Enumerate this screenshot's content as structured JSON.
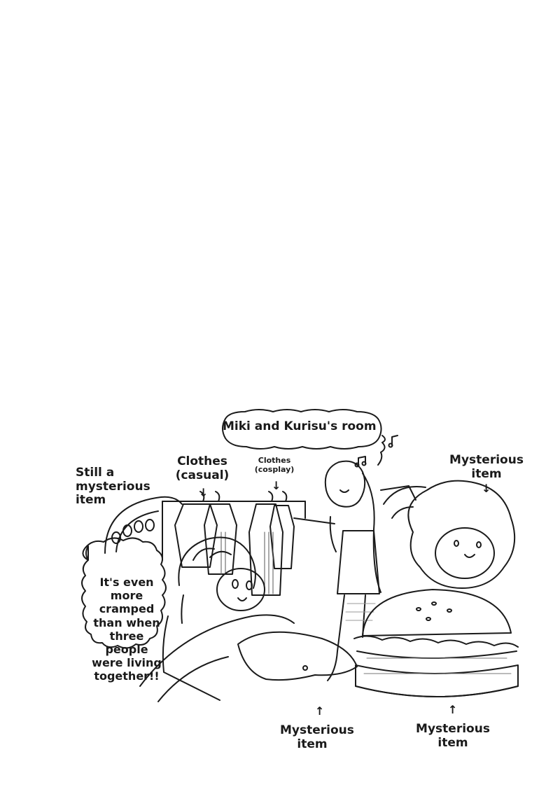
{
  "labels": {
    "room_title": "Miki and Kurisu's room",
    "still_item": [
      "Still a",
      "mysterious",
      "item"
    ],
    "clothes_casual": [
      "Clothes",
      "(casual)"
    ],
    "clothes_cosplay": [
      "Clothes",
      "(cosplay)"
    ],
    "mysterious_right": [
      "Mysterious",
      "item"
    ],
    "cramped": "It's even more cramped than when three people were living together!!",
    "mysterious_bottom_1": [
      "Mysterious",
      "item"
    ],
    "mysterious_bottom_2": [
      "Mysterious",
      "item"
    ]
  },
  "icons": {
    "arrow_down": "↓",
    "arrow_up": "↑",
    "music_notes": "music-notes-icon"
  },
  "colors": {
    "ink": "#1a1a1a",
    "paper": "#ffffff",
    "tone": "#9a9a9a"
  }
}
